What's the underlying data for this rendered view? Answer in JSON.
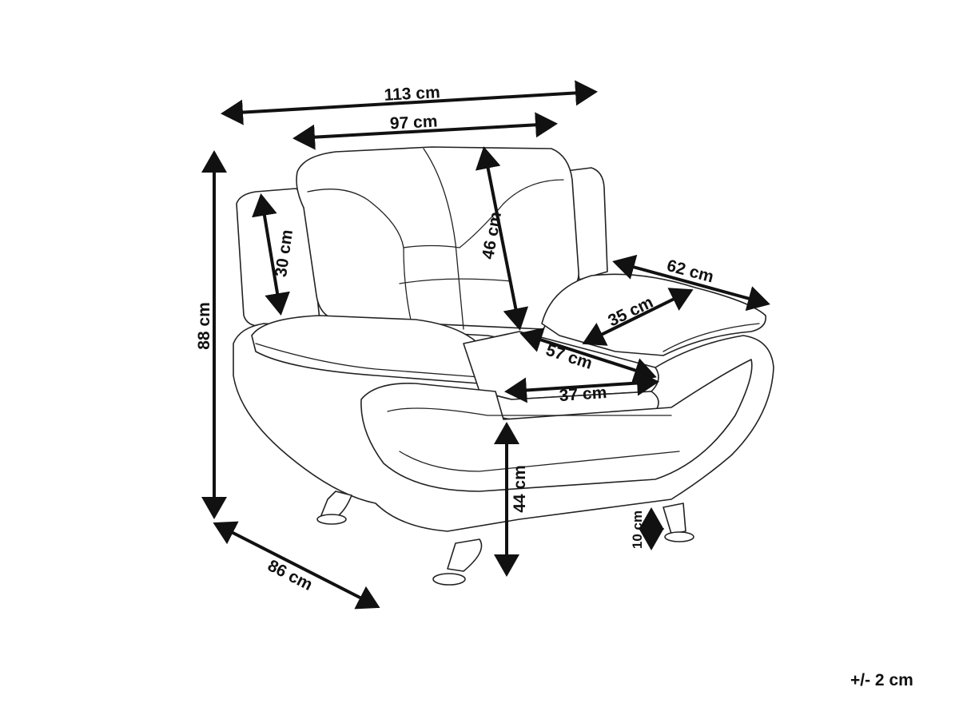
{
  "dimensions": {
    "overall_width": "113 cm",
    "back_width": "97 cm",
    "overall_height": "88 cm",
    "armrest_height": "30 cm",
    "backrest_height": "46 cm",
    "armrest_length": "62 cm",
    "armrest_width": "35 cm",
    "seat_depth": "57 cm",
    "seat_width": "37 cm",
    "seat_height": "44 cm",
    "leg_height": "10 cm",
    "overall_depth": "86 cm"
  },
  "tolerance": "+/- 2 cm"
}
